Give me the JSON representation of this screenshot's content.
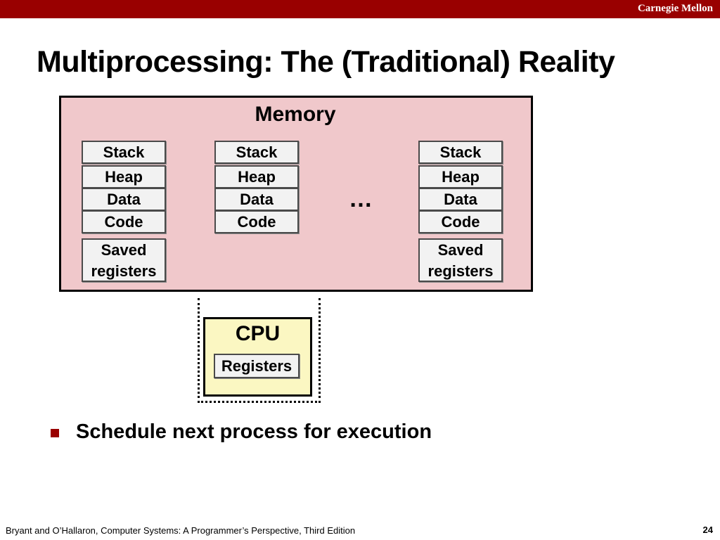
{
  "header": {
    "brand": "Carnegie Mellon"
  },
  "title": "Multiprocessing: The (Traditional) Reality",
  "memory": {
    "label": "Memory",
    "ellipsis": "…",
    "processes": [
      {
        "stack": "Stack",
        "heap": "Heap",
        "data": "Data",
        "code": "Code",
        "saved": "Saved registers"
      },
      {
        "stack": "Stack",
        "heap": "Heap",
        "data": "Data",
        "code": "Code"
      },
      {
        "stack": "Stack",
        "heap": "Heap",
        "data": "Data",
        "code": "Code",
        "saved": "Saved registers"
      }
    ]
  },
  "cpu": {
    "label": "CPU",
    "registers": "Registers"
  },
  "bullets": [
    "Schedule next process for execution"
  ],
  "footer": {
    "citation": "Bryant and O’Hallaron, Computer Systems: A Programmer’s Perspective, Third Edition",
    "page": "24"
  },
  "colors": {
    "brand": "#990000",
    "memory_bg": "#f0c8cb",
    "cpu_bg": "#fbf7c2"
  }
}
